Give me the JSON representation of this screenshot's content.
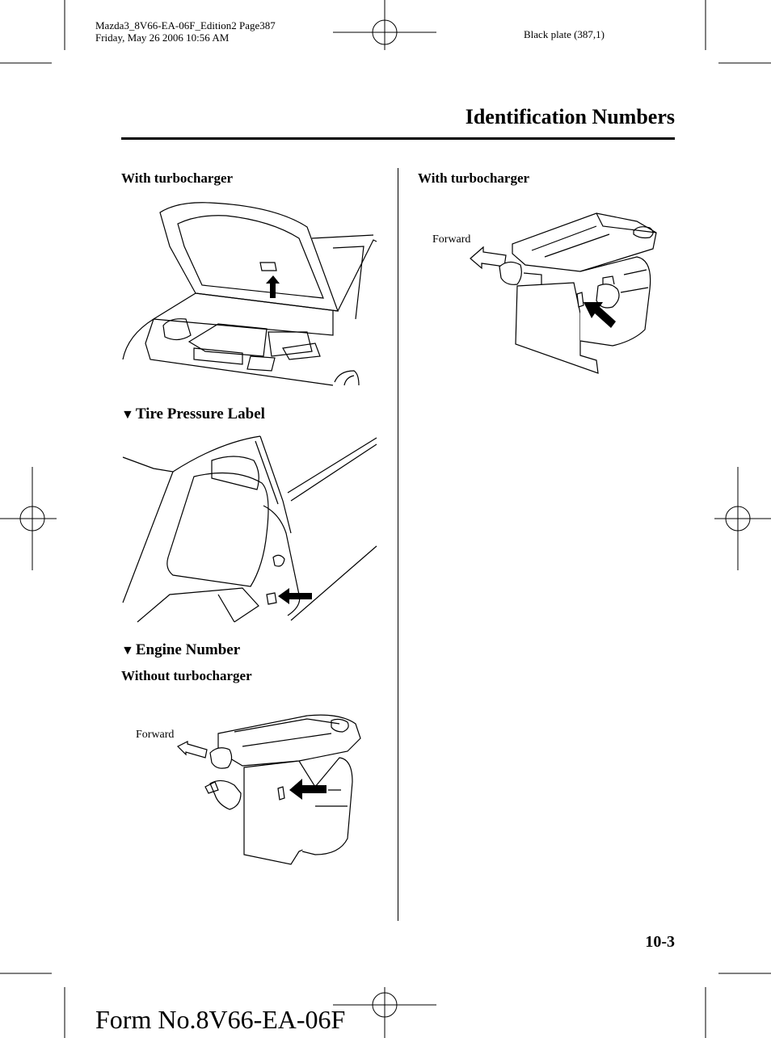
{
  "header": {
    "file_line": "Mazda3_8V66-EA-06F_Edition2 Page387",
    "date_line": "Friday, May 26 2006 10:56 AM",
    "plate": "Black plate (387,1)"
  },
  "section_title": "Identification Numbers",
  "left_column": {
    "caption_turbo": "With turbocharger",
    "tire_heading_marker": "▼",
    "tire_heading": "Tire Pressure Label",
    "engine_heading_marker": "▼",
    "engine_heading": "Engine Number",
    "caption_no_turbo": "Without turbocharger",
    "engine_forward_label": "Forward"
  },
  "right_column": {
    "caption_turbo": "With turbocharger",
    "engine_forward_label": "Forward"
  },
  "page_number": "10-3",
  "form_number": "Form No.8V66-EA-06F"
}
